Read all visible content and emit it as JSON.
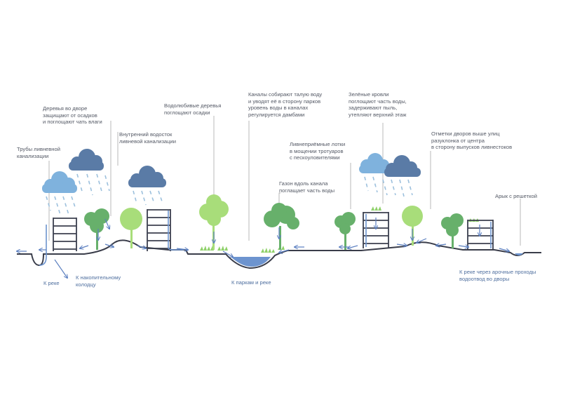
{
  "labels": {
    "trees_yard": "Деревья во дворе\nзащищают от осадков\nи поглощают чать влаги",
    "pipes": "Трубы ливневной\nканализации",
    "inner_drain": "Внутренний водосток\nливневой канализации",
    "water_trees": "Водолюбивые деревья\nпоглощают осадки",
    "canals": "Каналы собирают талую воду\nи уводят её в сторону парков\nуровень воды в каналах\nрегулируется дамбами",
    "green_roofs": "Зелёные кровли\nпоглощают часть воды,\nзадерживают пыль,\nутепляют верхний этаж",
    "yard_levels": "Отметки дворов выше улиц\nразуклонка от центра\nв сторону выпусков ливнестоков",
    "trays": "Ливнеприёмные лотки\nв мощении тротуаров\nс пескоуловителями",
    "lawn": "Газон вдоль канала\nпоглащает часть воды",
    "ditch": "Арык с решеткой",
    "to_river": "К реке",
    "to_well": "К накопительному\nколодцу",
    "to_parks": "К паркам и реке",
    "to_river_arch": "К реке через арочные проходы\nводоотвод во дворы"
  },
  "colors": {
    "cloud_light": "#7fb2dd",
    "cloud_dark": "#5a7ba6",
    "rain": "#9cc0dd",
    "water": "#6d94cf",
    "tree_light": "#a8dd7a",
    "tree_dark": "#67b06b",
    "building": "#3b3f4e",
    "ground": "#3a3d4a",
    "arrow": "#5b7fc0",
    "leader": "#9a9a9a"
  }
}
